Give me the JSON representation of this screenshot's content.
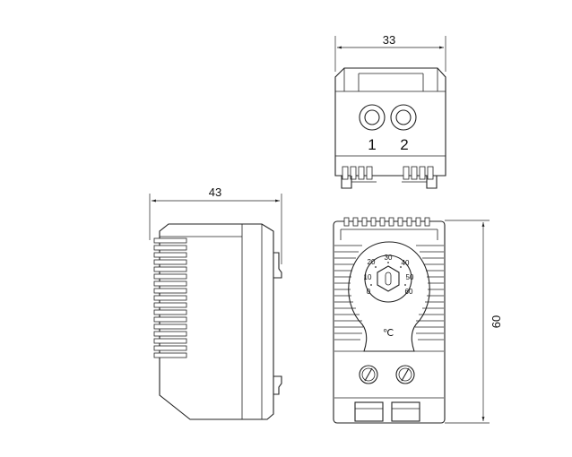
{
  "dimensions": {
    "top_width": "33",
    "side_depth": "43",
    "front_height": "60"
  },
  "terminal_labels": [
    "1",
    "2"
  ],
  "dial": {
    "scale": [
      "20",
      "30",
      "40",
      "10",
      "50",
      "0",
      "60"
    ],
    "unit": "℃"
  }
}
